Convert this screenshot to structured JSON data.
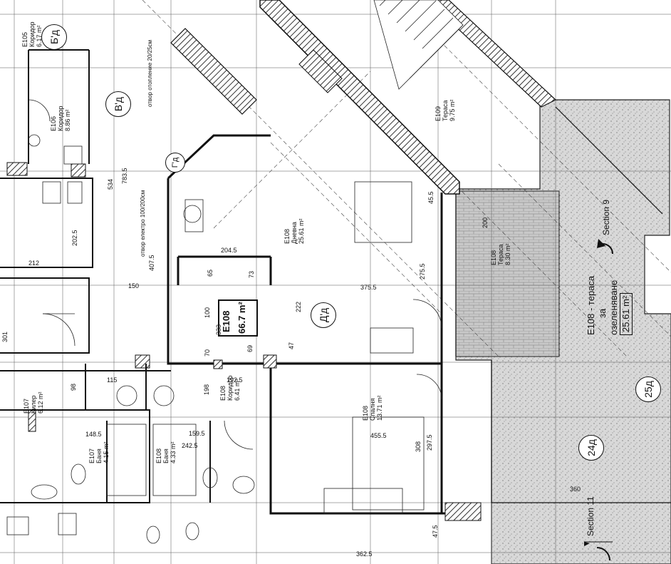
{
  "plan": {
    "apartment_id": "E108",
    "apartment_area": "66.7 m²",
    "terrace_title": "E108 - тераса",
    "terrace_subtitle": "за",
    "terrace_subtitle2": "озеленяване",
    "terrace_area": "25.61 m²",
    "rooms": [
      {
        "id": "E108",
        "name": "Дневна",
        "area": "25.61 m²"
      },
      {
        "id": "E108",
        "name": "Спалня",
        "area": "13.71 m²"
      },
      {
        "id": "E108",
        "name": "Коридор",
        "area": "6.41 m²"
      },
      {
        "id": "E108",
        "name": "Баня",
        "area": "4.33 m²"
      },
      {
        "id": "E108",
        "name": "Тераса",
        "area": "8.30 m²"
      },
      {
        "id": "E107",
        "name": "Баня",
        "area": "4.15 m²"
      },
      {
        "id": "E107",
        "name": "Килер",
        "area": "6.12 m²"
      },
      {
        "id": "E106",
        "name": "Коридор",
        "area": "8.86 m²"
      },
      {
        "id": "E105",
        "name": "Коридор",
        "area": "6.17 m²"
      },
      {
        "id": "E109",
        "name": "Тераса",
        "area": "9.75 m²"
      }
    ],
    "axes": [
      "Б'д",
      "В'д",
      "Г'д",
      "Д'д",
      "24д",
      "25д"
    ],
    "sections": [
      "Section 11",
      "Section 9"
    ],
    "notes": [
      "отвор отопление 20/25см",
      "отвор електро 100/200см"
    ],
    "dims": [
      "150",
      "407.5",
      "204.5",
      "375.5",
      "455.5",
      "192.5",
      "115",
      "148.5",
      "159.5",
      "242.5",
      "100",
      "200",
      "222",
      "65",
      "73",
      "308",
      "297.5",
      "47.5",
      "362.5",
      "360",
      "212",
      "202.5",
      "783.5",
      "534",
      "301",
      "98",
      "198",
      "70",
      "333",
      "69",
      "47",
      "45.5",
      "275.5"
    ]
  }
}
